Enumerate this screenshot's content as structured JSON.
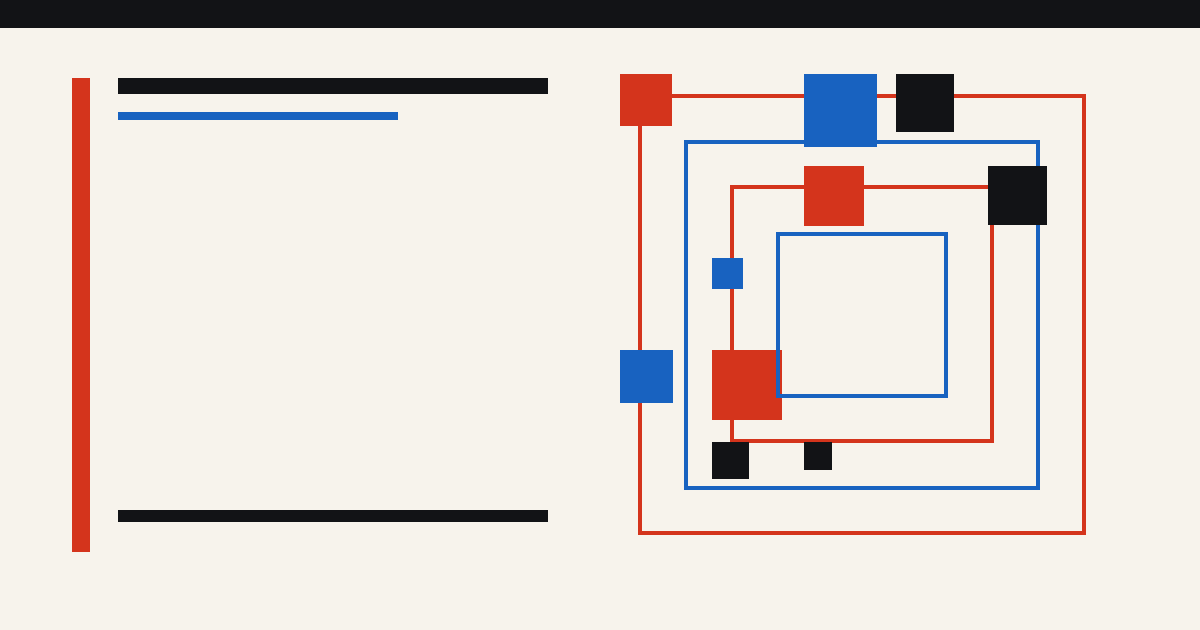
{
  "palette": {
    "background": "#f7f3ec",
    "dark": "#121316",
    "red": "#d4341c",
    "blue": "#1862c0"
  },
  "left_panel": {
    "accent_bar_color": "red",
    "rules": [
      {
        "name": "rule-top",
        "color": "dark"
      },
      {
        "name": "rule-sub",
        "color": "blue"
      },
      {
        "name": "rule-bottom",
        "color": "dark"
      }
    ]
  },
  "composition": {
    "frames": [
      {
        "name": "frame-outer-red",
        "color": "red"
      },
      {
        "name": "frame-outer-blue",
        "color": "blue"
      },
      {
        "name": "frame-inner-red",
        "color": "red"
      },
      {
        "name": "frame-inner-blue",
        "color": "blue"
      }
    ],
    "blocks": [
      {
        "name": "block-red-corner",
        "color": "red"
      },
      {
        "name": "block-blue-top",
        "color": "blue"
      },
      {
        "name": "block-black-top",
        "color": "dark"
      },
      {
        "name": "block-red-mid",
        "color": "red"
      },
      {
        "name": "block-black-right",
        "color": "dark"
      },
      {
        "name": "block-blue-small",
        "color": "blue"
      },
      {
        "name": "block-blue-left",
        "color": "blue"
      },
      {
        "name": "block-red-large",
        "color": "red"
      },
      {
        "name": "block-black-bl",
        "color": "dark"
      },
      {
        "name": "block-black-small",
        "color": "dark"
      }
    ]
  }
}
